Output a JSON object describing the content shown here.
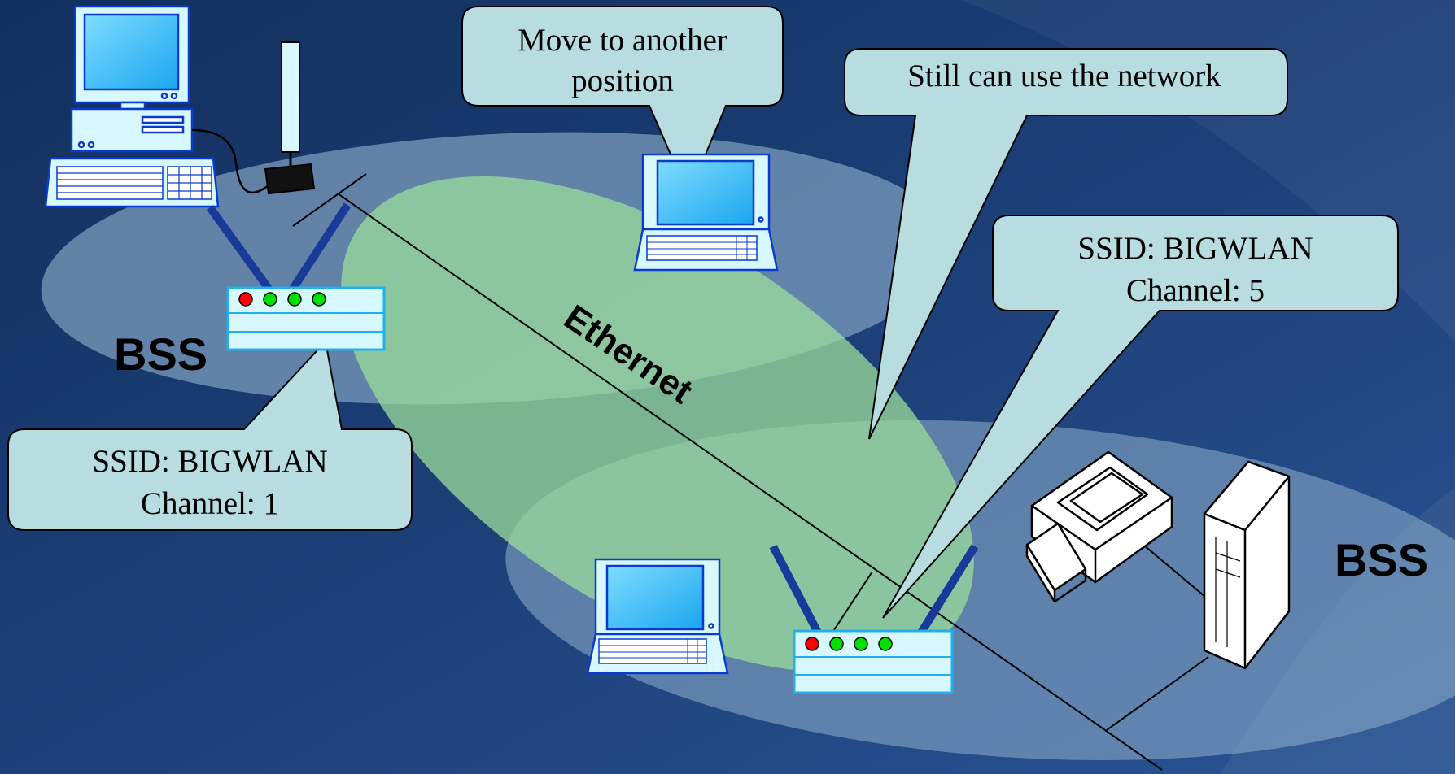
{
  "slide": {
    "labels": {
      "bss_left": "BSS",
      "bss_right": "BSS",
      "ethernet": "Ethernet"
    },
    "callouts": {
      "move": {
        "line1": "Move to another",
        "line2": "position"
      },
      "still": {
        "line1": "Still can use the network"
      },
      "ap_left": {
        "line1": "SSID: BIGWLAN",
        "line2": "Channel: 1"
      },
      "ap_right": {
        "line1": "SSID: BIGWLAN",
        "line2": "Channel: 5"
      }
    },
    "icons": {
      "desktop": "desktop-computer-icon",
      "antenna": "antenna-icon",
      "access_point": "access-point-icon",
      "laptop": "laptop-icon",
      "printer": "printer-icon",
      "server": "server-tower-icon"
    },
    "colors": {
      "background": "#1b3a70",
      "bss_region": "#8fb0cc",
      "ess_region": "#9bdc9b",
      "callout_fill": "#b8dde0",
      "device_fill": "#d8f8ff",
      "screen_fill": "#33b7f2",
      "antenna_blue": "#1a3a9a",
      "led_red": "#ff0000",
      "led_green": "#00e000"
    }
  }
}
